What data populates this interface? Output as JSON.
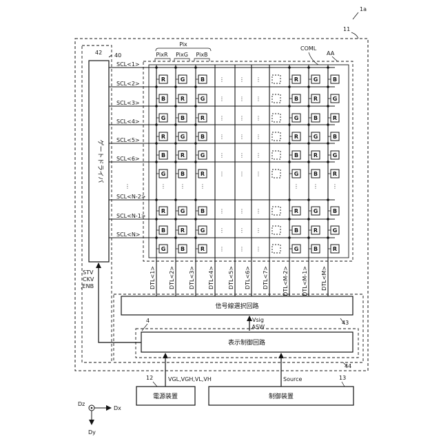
{
  "labels": {
    "fig_ref": "1a",
    "panel": "11",
    "gate_block_ref": "42",
    "gate_driver_ref": "40",
    "gate_driver_text": "ゲートドライバ",
    "pix": "Pix",
    "pixR": "PixR",
    "pixG": "PixG",
    "pixB": "PixB",
    "coml": "COML",
    "aa": "AA",
    "gate_signals": [
      "STV",
      "CKV",
      ",ENB"
    ],
    "signal_select": "信号線選択回路",
    "signal_select_ref": "43",
    "vsig": "Vsig",
    "asw": ",ASW",
    "ref4": "4",
    "display_ctrl": "表示制御回路",
    "display_ctrl_ref": "44",
    "power": "電源装置",
    "power_ref": "12",
    "power_signals": "VGL,VGH,VL,VH",
    "control": "制御装置",
    "control_ref": "13",
    "source": "Source",
    "axis_x": "Dx",
    "axis_y": "Dy",
    "axis_z": "Dz",
    "dots": "⋮"
  },
  "scan_lines": [
    "SCL<1>",
    "SCL<2>",
    "SCL<3>",
    "SCL<4>",
    "SCL<5>",
    "SCL<6>",
    "SCL<N-2>",
    "SCL<N-1>",
    "SCL<N>"
  ],
  "data_lines": [
    "DTL<1>",
    "DTL<2>",
    "DTL<3>",
    "DTL<4>",
    "DTL<5>",
    "DTL<6>",
    "DTL<7>",
    "DTL<M-2>",
    "DTL<M-1>",
    "DTL<M>"
  ],
  "pixel_rows": [
    [
      "R",
      "G",
      "B",
      "",
      "",
      "",
      "",
      "R",
      "G",
      "B"
    ],
    [
      "B",
      "R",
      "G",
      "",
      "",
      "",
      "",
      "B",
      "R",
      "G"
    ],
    [
      "G",
      "B",
      "R",
      "",
      "",
      "",
      "",
      "G",
      "B",
      "R"
    ],
    [
      "R",
      "G",
      "B",
      "",
      "",
      "",
      "",
      "R",
      "G",
      "B"
    ],
    [
      "B",
      "R",
      "G",
      "",
      "",
      "",
      "",
      "B",
      "R",
      "G"
    ],
    [
      "G",
      "B",
      "R",
      "",
      "",
      "",
      "",
      "G",
      "B",
      "R"
    ],
    [
      "R",
      "G",
      "B",
      "",
      "",
      "",
      "",
      "R",
      "G",
      "B"
    ],
    [
      "B",
      "R",
      "G",
      "",
      "",
      "",
      "",
      "B",
      "R",
      "G"
    ],
    [
      "G",
      "B",
      "R",
      "",
      "",
      "",
      "",
      "G",
      "B",
      "R"
    ]
  ]
}
